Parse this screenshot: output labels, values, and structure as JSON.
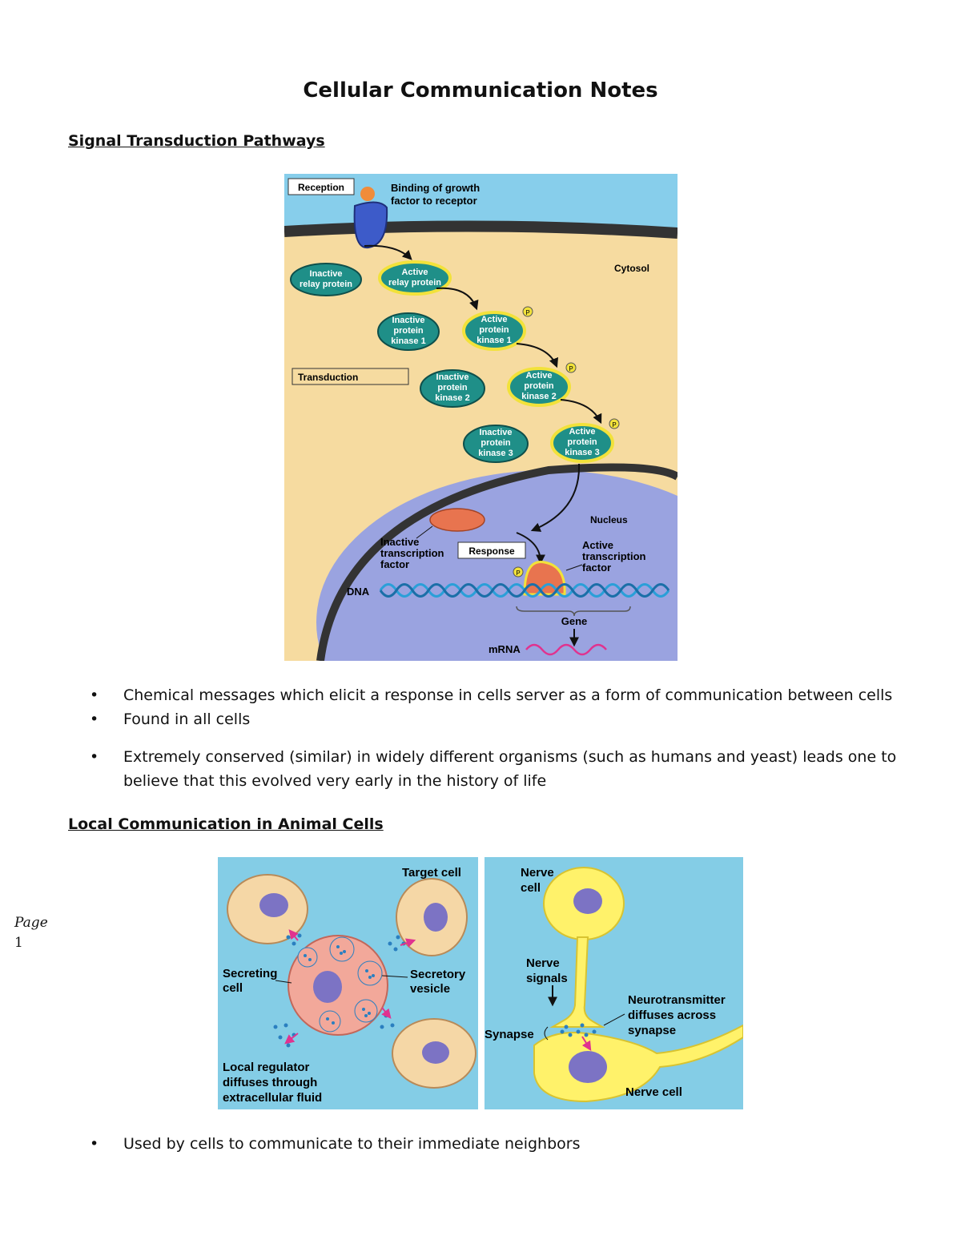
{
  "doc_title": "Cellular Communication Notes",
  "sections": [
    {
      "heading": "Signal Transduction Pathways",
      "bullets": [
        "Chemical messages which elicit a response in cells server as a form of communication between cells",
        "Found in all cells",
        "Extremely conserved (similar) in widely different organisms (such as humans and yeast) leads one to believe that this evolved very early in the history of life"
      ]
    },
    {
      "heading": "Local Communication in Animal Cells",
      "bullets": [
        "Used by cells to communicate to their immediate neighbors"
      ]
    }
  ],
  "figure1": {
    "reception": "Reception",
    "binding_l1": "Binding of growth",
    "binding_l2": "factor to receptor",
    "cytosol": "Cytosol",
    "inactive_relay_l1": "Inactive",
    "inactive_relay_l2": "relay protein",
    "active_relay_l1": "Active",
    "active_relay_l2": "relay protein",
    "inactive_k1_l1": "Inactive",
    "inactive_k1_l2": "protein",
    "inactive_k1_l3": "kinase 1",
    "active_k1_l1": "Active",
    "active_k1_l2": "protein",
    "active_k1_l3": "kinase 1",
    "transduction": "Transduction",
    "inactive_k2_l1": "Inactive",
    "inactive_k2_l2": "protein",
    "inactive_k2_l3": "kinase 2",
    "active_k2_l1": "Active",
    "active_k2_l2": "protein",
    "active_k2_l3": "kinase 2",
    "inactive_k3_l1": "Inactive",
    "inactive_k3_l2": "protein",
    "inactive_k3_l3": "kinase 3",
    "active_k3_l1": "Active",
    "active_k3_l2": "protein",
    "active_k3_l3": "kinase 3",
    "nucleus": "Nucleus",
    "inactive_tf_l1": "Inactive",
    "inactive_tf_l2": "transcription",
    "inactive_tf_l3": "factor",
    "response": "Response",
    "active_tf_l1": "Active",
    "active_tf_l2": "transcription",
    "active_tf_l3": "factor",
    "dna": "DNA",
    "gene": "Gene",
    "mrna": "mRNA",
    "p": "P"
  },
  "figure2": {
    "target_cell": "Target cell",
    "secreting_l1": "Secreting",
    "secreting_l2": "cell",
    "secretory_l1": "Secretory",
    "secretory_l2": "vesicle",
    "local_l1": "Local regulator",
    "local_l2": "diffuses through",
    "local_l3": "extracellular fluid",
    "nerve_cell_top_l1": "Nerve",
    "nerve_cell_top_l2": "cell",
    "nerve_signals_l1": "Nerve",
    "nerve_signals_l2": "signals",
    "neuro_l1": "Neurotransmitter",
    "neuro_l2": "diffuses across",
    "neuro_l3": "synapse",
    "synapse": "Synapse",
    "nerve_cell_bottom": "Nerve cell"
  },
  "page": {
    "label": "Page",
    "number": "1"
  },
  "colors": {
    "cytosol": "#f6dba0",
    "membrane": "#333333",
    "nucleus": "#9aa3e0",
    "protein": "#1f8f88",
    "active_glow": "#f2e23a",
    "transcription_factor": "#e8744f",
    "dna": "#2a9fd8",
    "mrna": "#e0338f",
    "fig2_bg": "#84cde6",
    "cell": "#f5d7a6",
    "secreting_cell": "#f2a89a",
    "nucleus_cell": "#7c73c4",
    "neuron": "#fff26a"
  }
}
